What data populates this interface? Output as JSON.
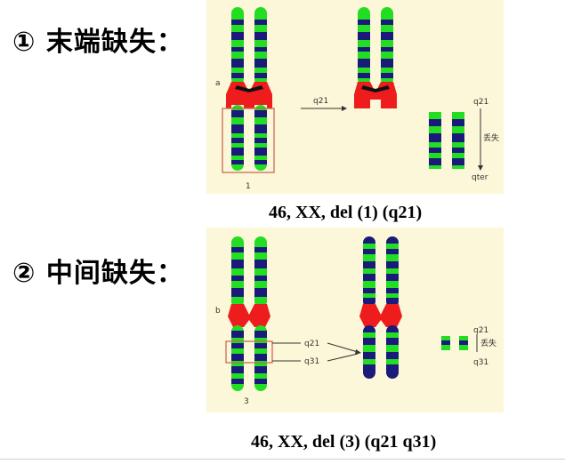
{
  "section1": {
    "heading": "① 末端缺失：",
    "label_a": "a",
    "label_q21": "q21",
    "label_q21_right": "q21",
    "label_lost": "丢失",
    "label_qter": "qter",
    "label_num": "1",
    "caption": "46, XX, del (1) (q21)"
  },
  "section2": {
    "heading": "② 中间缺失：",
    "label_b": "b",
    "label_q21": "q21",
    "label_q31": "q31",
    "label_q21_right": "q21",
    "label_q31_right": "q31",
    "label_lost": "丢失",
    "label_num": "3",
    "caption": "46, XX, del (3) (q21 q31)"
  },
  "colors": {
    "green": "#22dd22",
    "navy": "#1a1a7a",
    "red": "#ee1c1c",
    "panel_bg": "#fbf7d8",
    "box": "#c8604c"
  }
}
